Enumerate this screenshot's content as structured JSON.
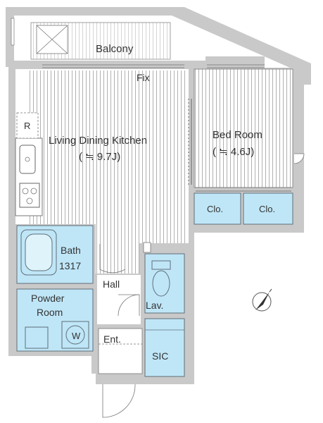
{
  "labels": {
    "balcony": "Balcony",
    "fix": "Fix",
    "ldk": "Living Dining Kitchen",
    "ldk_size": "( ≒ 9.7J)",
    "bedroom": "Bed Room",
    "bedroom_size": "( ≒ 4.6J)",
    "closet1": "Clo.",
    "closet2": "Clo.",
    "refrigerator": "R",
    "bath": "Bath",
    "bath_size": "1317",
    "hall": "Hall",
    "lavatory": "Lav.",
    "powder_room_line1": "Powder",
    "powder_room_line2": "Room",
    "washer": "W",
    "entrance": "Ent.",
    "storage": "SIC"
  },
  "icons": {
    "compass": "north-arrow-icon"
  },
  "colors": {
    "wall": "#c9c9c9",
    "wet_area": "#bfe6f7"
  }
}
